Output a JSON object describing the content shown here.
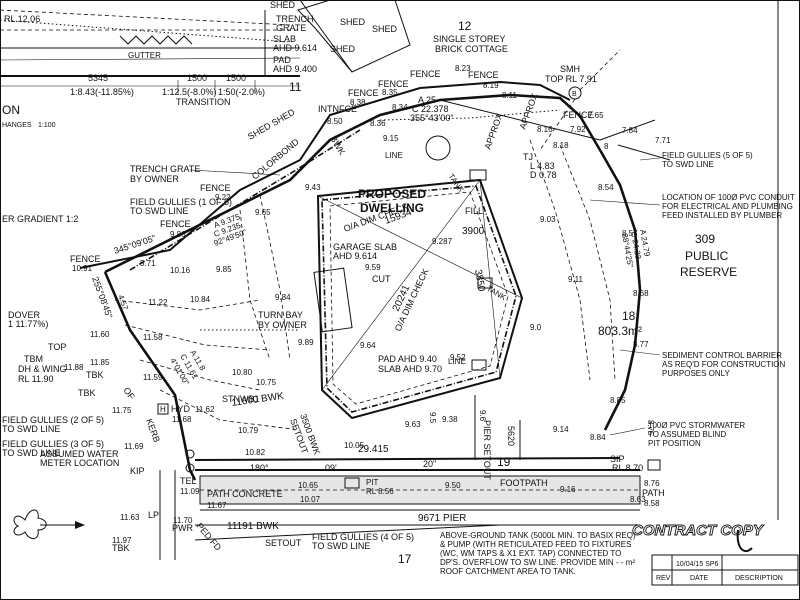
{
  "header": {
    "lot12_number": "12",
    "lot12_desc": "SINGLE STOREY",
    "lot12_desc2": "BRICK COTTAGE",
    "shed_label": "SHED",
    "trench_grate_top": "TRENCH",
    "trench_grate_top2": "GRATE",
    "slab_top": "SLAB",
    "slab_top_ahd": "AHD 9.614",
    "pad_top": "PAD",
    "pad_top_ahd": "AHD 9.400",
    "grade_1": "1:8.43(-11.85%)",
    "grade_2": "1:12.5(-8.0%)",
    "grade_3": "1:50(-2.0%)",
    "transition": "TRANSITION",
    "dim_5345": "5345",
    "dim_1500a": "1500",
    "dim_1500b": "1500",
    "lot11": "11",
    "gutter": "GUTTER",
    "on_fragment": "ON",
    "changes_fragment": "HANGES",
    "scale_fragment": "1:100",
    "smh": "SMH",
    "smh_rl": "TOP RL 7.91",
    "b_marker": "B",
    "rl_left": "RL 12.06"
  },
  "fence_labels": [
    "FENCE",
    "FENCE",
    "FENCE",
    "FENCE",
    "FENCE",
    "FENCE",
    "FENCE",
    "FENCE"
  ],
  "levels": {
    "l8_23": "8.23",
    "l8_19": "8.19",
    "l8_35": "8.35",
    "l8_38": "8.38",
    "l8_50": "8.50",
    "l8_34": "8.34",
    "l8_36": "8.36",
    "l8_11": "8.11",
    "l8_16": "8.16",
    "l8_18": "8.18",
    "l7_92": "7.92",
    "l7_65": "7.65",
    "l7_84": "7.84",
    "l7_71": "7.71",
    "l8": "8",
    "l8_54": "8.54",
    "l9_15": "9.15",
    "l9_43": "9.43",
    "l9_22": "9.22",
    "l9_65": "9.65",
    "l9_86": "9.86",
    "l10_16": "10.16",
    "l10_91": "10.91",
    "l5_71": "5.71",
    "l9_85": "9.85",
    "l10_84": "10.84",
    "l11_22": "11.22",
    "l11_58": "11.58",
    "l11_60": "11.60",
    "l11_88": "11.88",
    "l11_85": "11.85",
    "l11_59": "11.59",
    "l10_80": "10.80",
    "l10_75": "10.75",
    "l11_75": "11.75",
    "l11_69": "11.69",
    "l11_62": "11.62",
    "l11_68": "11.68",
    "l10_79": "10.79",
    "l10_82": "10.82",
    "l10_65": "10.65",
    "l10_07": "10.07",
    "l10_05": "10.05",
    "l9_84": "9.84",
    "l9_89": "9.89",
    "l9_59": "9.59",
    "l9_03": "9.03",
    "l8_57": "8.57",
    "l8_68": "8.68",
    "l8_77": "8.77",
    "l8_85": "8.85",
    "l9_11": "9.11",
    "l9_14": "9.14",
    "l8_84": "8.84",
    "l8_75": "8.75",
    "l9_52": "9.52",
    "l9_64": "9.64",
    "l9_63": "9.63",
    "l9_38": "9.38",
    "l9_50": "9.50",
    "l9_16": "9.16",
    "l8_63": "8.63",
    "l8_76": "8.76",
    "l8_58": "8.58",
    "l11_63": "11.63",
    "l11_97": "11.97",
    "l11_70": "11.70",
    "l11_09": "11.09",
    "l11_67": "11.67",
    "l9_5": "9.5",
    "l9_287": "9.287",
    "l4_57": "4.57",
    "l9_6": "9.6",
    "l9_0": "9.0"
  },
  "labels": {
    "intnfce": "INTNFCE",
    "shed_shed": "SHED SHED",
    "colorbond": "COLORBOND",
    "brick_bwk": "BWK",
    "trench_grate_owner": "TRENCH GRATE",
    "trench_grate_owner2": "BY OWNER",
    "field_gullies_1": "FIELD GULLIES (1 OF 5)",
    "field_gullies_1b": "TO SWD LINE",
    "field_gullies_2": "FIELD GULLIES (2 OF 5)",
    "field_gullies_2b": "TO SWD LINE",
    "field_gullies_3": "FIELD GULLIES (3 OF 5)",
    "field_gullies_3b": "TO SWD LINE",
    "field_gullies_4": "FIELD GULLIES (4 OF 5)",
    "field_gullies_4b": "TO SWD LINE",
    "field_gullies_5": "FIELD GULLIES (5 OF 5)",
    "field_gullies_5b": "TO SWD LINE",
    "er_gradient": "ER GRADIENT 1:2",
    "bearing_345": "345°09'05\"",
    "bearing_255": "255°08'45\"",
    "doover": "DOVER",
    "doover_pct": "1 11.77%)",
    "tbm": "TBM",
    "dh_wing": "DH & WING",
    "rl_11_90": "RL 11.90",
    "top": "TOP",
    "tbk": "TBK",
    "of": "OF",
    "kerb": "KERB",
    "hyd": "HYD",
    "h_marker": "H",
    "stnwb1": "STNWB1",
    "bwk_11600": "11600 BWK",
    "setout_3500": "3500 BWK",
    "setout_lbl": "SETOUT",
    "turn_bay": "TURN BAY",
    "turn_bay2": "BY OWNER",
    "assumed_water": "ASSUMED WATER",
    "meter_location": "METER LOCATION",
    "kip": "KIP",
    "tel": "TEL",
    "path_concrete": "PATH CONCRETE",
    "pit": "PIT",
    "pit_rl": "RL 8.56",
    "lp": "LP",
    "pwr": "PWR",
    "ped_fd": "PED FD",
    "bwk_11191": "11191 BWK",
    "setout_bottom": "SETOUT",
    "pier_9671": "9671 PIER",
    "lot17": "17",
    "lot19": "19",
    "dim_29415": "29.415",
    "angle_180": "180°",
    "angle_09": "09'",
    "angle_20": "20\"",
    "footpath": "FOOTPATH",
    "proposed": "PROPOSED",
    "dwelling": "DWELLING",
    "fill": "FILL",
    "cut": "CUT",
    "garage_slab": "GARAGE SLAB",
    "garage_ahd": "AHD 9.614",
    "od_dim_check1": "O/A DIM CHECK",
    "od_dim_check2": "O/A DIM CHECK",
    "dim_15934": "15934",
    "dim_20241": "20241",
    "dim_3900": "3900",
    "dim_3850": "3850",
    "dim_5620": "5620",
    "pier_setout": "PIER SETOUT",
    "pad_ahd": "PAD   AHD 9.40",
    "slab_ahd": "SLAB  AHD 9.70",
    "lot18": "18",
    "lot18_area": "803.3m²",
    "lot309": "309",
    "public": "PUBLIC",
    "reserve": "RESERVE",
    "location_pvc": "LOCATION OF 100Ø PVC CONDUIT",
    "location_pvc2": "FOR ELECTRICAL AND PLUMBING",
    "location_pvc3": "FEED INSTALLED BY PLUMBER",
    "sediment": "SEDIMENT CONTROL BARRIER",
    "sediment2": "AS REQ'D FOR CONSTRUCTION",
    "sediment3": "PURPOSES ONLY",
    "stormwater": "100Ø PVC STORMWATER",
    "stormwater2": "TO ASSUMED BLIND",
    "stormwater3": "PIT POSITION",
    "sip": "SIP",
    "sip_rl": "RL 8.70",
    "path": "PATH",
    "arc_a": "A 24.79",
    "arc_c": "C 24.23",
    "arc_brg": "88°44'25\"",
    "arc2_a": "A 9.375",
    "arc2_c": "C 9.235",
    "arc2_brg": "92°49'50\"",
    "arc3_a": "A 25",
    "arc3_c": "C 22.378",
    "arc3_brg": "355°43'00\"",
    "arc4_a": "A 11.8",
    "arc4_c": "C 11.61",
    "arc4_brg": "4°01'00\"",
    "approx": "APPROX",
    "approx2": "APPROX",
    "tj": "TJ",
    "tj_l": "L 4.83",
    "tj_d": "D 0.78",
    "tank_label": "TANK",
    "tank_label2": "TANK",
    "tank_note1": "ABOVE-GROUND TANK (5000L MIN. TO BASIX REQ)",
    "tank_note2": "& PUMP (WITH RETICULATED FEED TO FIXTURES",
    "tank_note3": "(WC, WM TAPS & X1 EXT. TAP) CONNECTED TO",
    "tank_note4": "DP'S. OVERFLOW TO SW LINE. PROVIDE MIN - - m²",
    "tank_note5": "ROOF CATCHMENT AREA TO TANK.",
    "contract_copy": "CONTRACT COPY",
    "rev_row": "10/04/15 SP6",
    "rev_col": "REV",
    "date_col": "DATE",
    "desc_col": "DESCRIPTION",
    "line_label": "LINE",
    "line_label2": "LINE"
  }
}
